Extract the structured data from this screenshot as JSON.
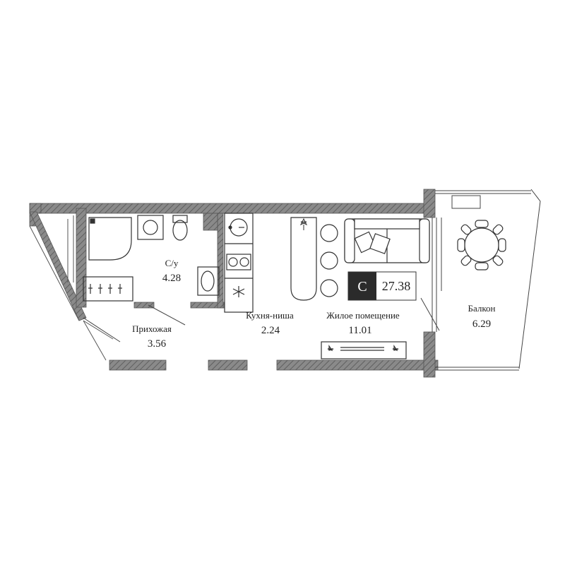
{
  "rooms": {
    "bathroom": {
      "label": "С/у",
      "area": "4.28"
    },
    "hallway": {
      "label": "Прихожая",
      "area": "3.56"
    },
    "kitchen": {
      "label": "Кухня-ниша",
      "area": "2.24"
    },
    "living": {
      "label": "Жилое помещение",
      "area": "11.01"
    },
    "balcony": {
      "label": "Балкон",
      "area": "6.29"
    }
  },
  "badge": {
    "letter": "С",
    "total_area": "27.38"
  },
  "colors": {
    "wall": "#7a7a7a",
    "line": "#444444",
    "badge": "#2b2b2b"
  }
}
